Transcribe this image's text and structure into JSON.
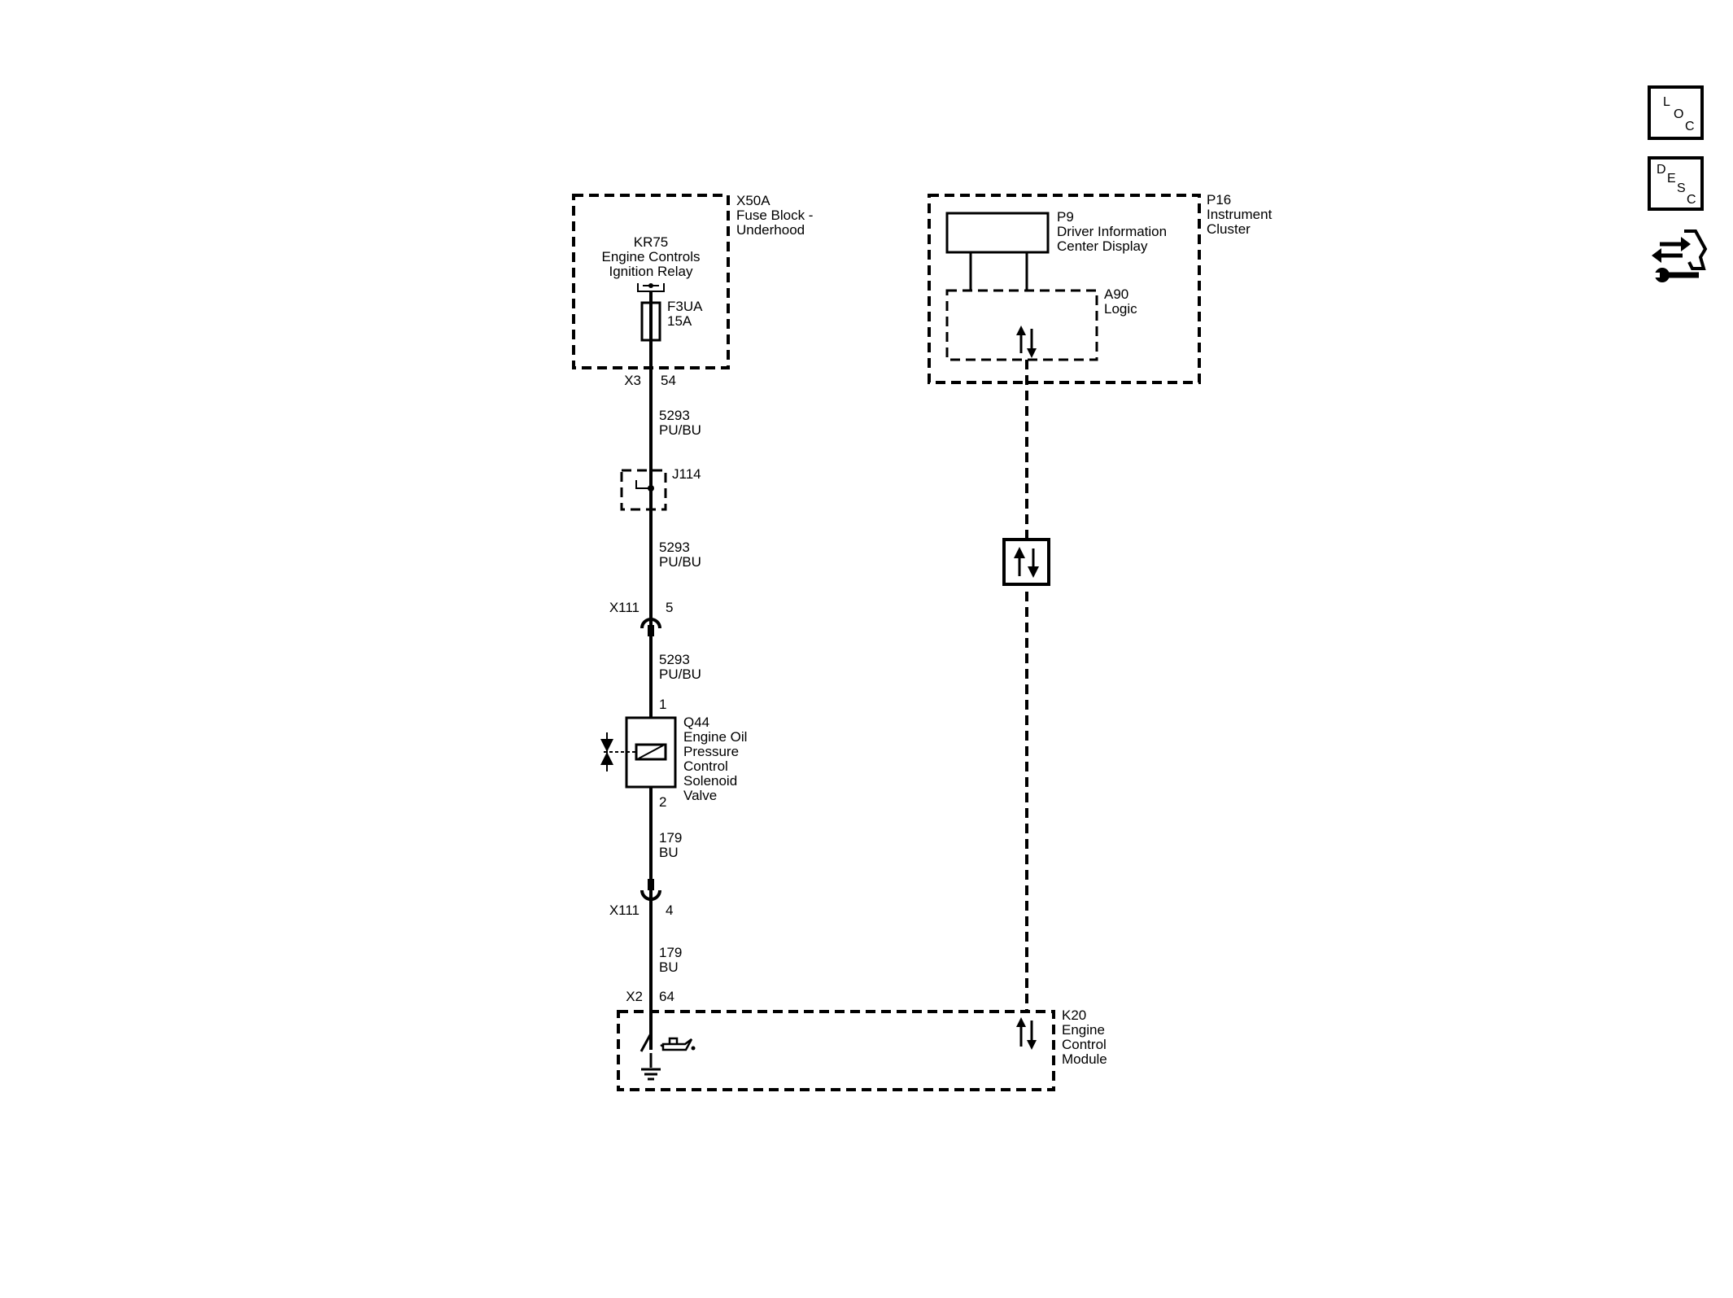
{
  "x50a": {
    "id": "X50A",
    "name1": "Fuse Block -",
    "name2": "Underhood"
  },
  "kr75": {
    "id": "KR75",
    "name1": "Engine Controls",
    "name2": "Ignition Relay"
  },
  "f3ua": {
    "id": "F3UA",
    "rating": "15A"
  },
  "x3": {
    "connector": "X3",
    "pin": "54"
  },
  "wire_5293": {
    "circuit": "5293",
    "color": "PU/BU"
  },
  "j114": {
    "id": "J114"
  },
  "x111_top": {
    "connector": "X111",
    "pin": "5"
  },
  "q44": {
    "pin_top": "1",
    "pin_bottom": "2",
    "id": "Q44",
    "name1": "Engine Oil",
    "name2": "Pressure",
    "name3": "Control",
    "name4": "Solenoid",
    "name5": "Valve"
  },
  "wire_179": {
    "circuit": "179",
    "color": "BU"
  },
  "x111_bottom": {
    "connector": "X111",
    "pin": "4"
  },
  "x2": {
    "connector": "X2",
    "pin": "64"
  },
  "k20": {
    "id": "K20",
    "name1": "Engine",
    "name2": "Control",
    "name3": "Module"
  },
  "p16": {
    "id": "P16",
    "name1": "Instrument",
    "name2": "Cluster"
  },
  "p9": {
    "id": "P9",
    "name1": "Driver Information",
    "name2": "Center Display"
  },
  "a90": {
    "id": "A90",
    "name1": "Logic"
  },
  "side_buttons": {
    "loc": {
      "l1": "L",
      "l2": "O",
      "l3": "C"
    },
    "desc": {
      "l1": "D",
      "l2": "E",
      "l3": "S",
      "l4": "C"
    },
    "icons": [
      "loc-icon",
      "desc-icon",
      "connector-service-icon"
    ]
  },
  "colors": {
    "ink": "#000000",
    "background": "#ffffff"
  }
}
